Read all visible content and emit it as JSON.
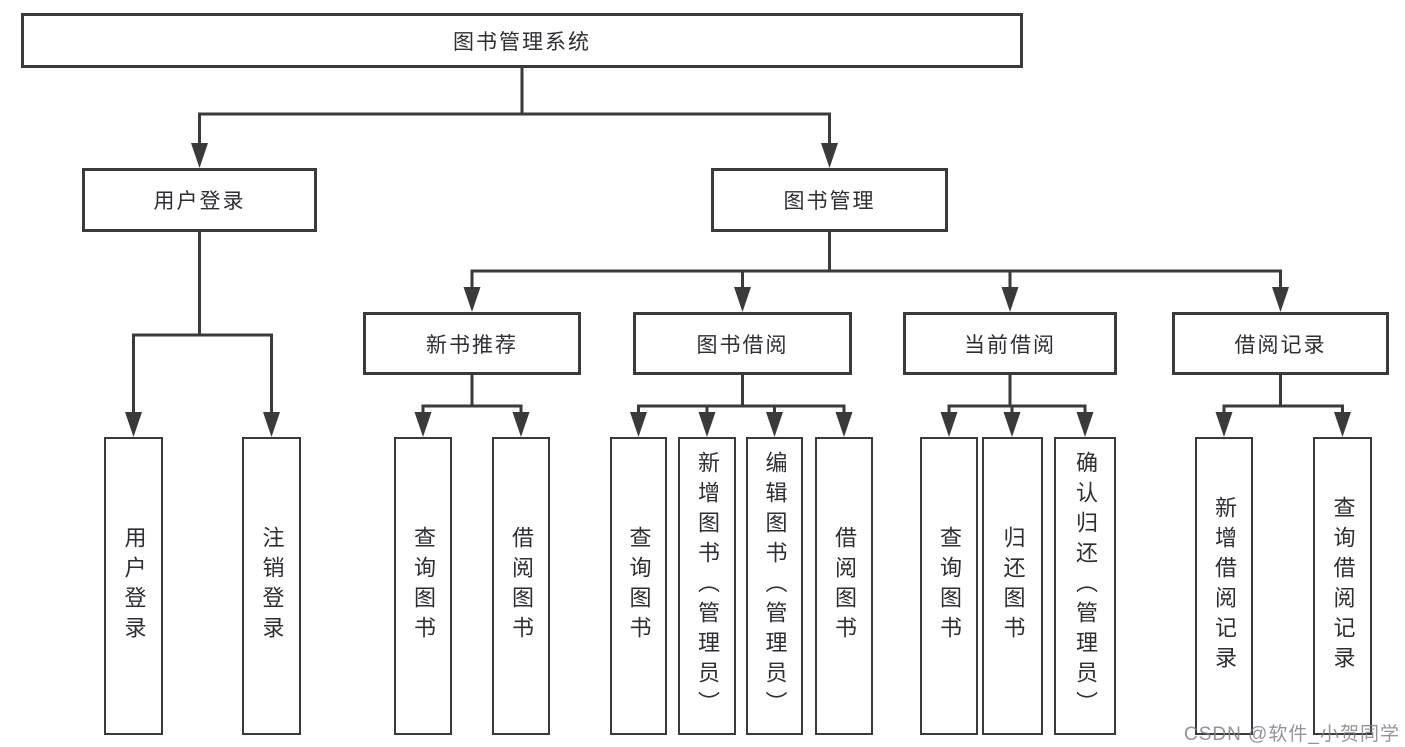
{
  "diagram": {
    "root": {
      "label": "图书管理系统"
    },
    "branches": [
      {
        "label": "用户登录",
        "children": [
          {
            "label": "用户登录"
          },
          {
            "label": "注销登录"
          }
        ]
      },
      {
        "label": "图书管理",
        "children": [
          {
            "label": "新书推荐",
            "children": [
              {
                "label": "查询图书"
              },
              {
                "label": "借阅图书"
              }
            ]
          },
          {
            "label": "图书借阅",
            "children": [
              {
                "label": "查询图书"
              },
              {
                "label": "新增图书（管理员）"
              },
              {
                "label": "编辑图书（管理员）"
              },
              {
                "label": "借阅图书"
              }
            ]
          },
          {
            "label": "当前借阅",
            "children": [
              {
                "label": "查询图书"
              },
              {
                "label": "归还图书"
              },
              {
                "label": "确认归还（管理员）"
              }
            ]
          },
          {
            "label": "借阅记录",
            "children": [
              {
                "label": "新增借阅记录"
              },
              {
                "label": "查询借阅记录"
              }
            ]
          }
        ]
      }
    ]
  },
  "watermark": {
    "text": "CSDN @软件_小贺同学"
  },
  "colors": {
    "line_color": "#3a3a3a",
    "text_color": "#2e2e33",
    "background": "#ffffff",
    "watermark_color": "rgba(128,128,136,0.85)"
  }
}
